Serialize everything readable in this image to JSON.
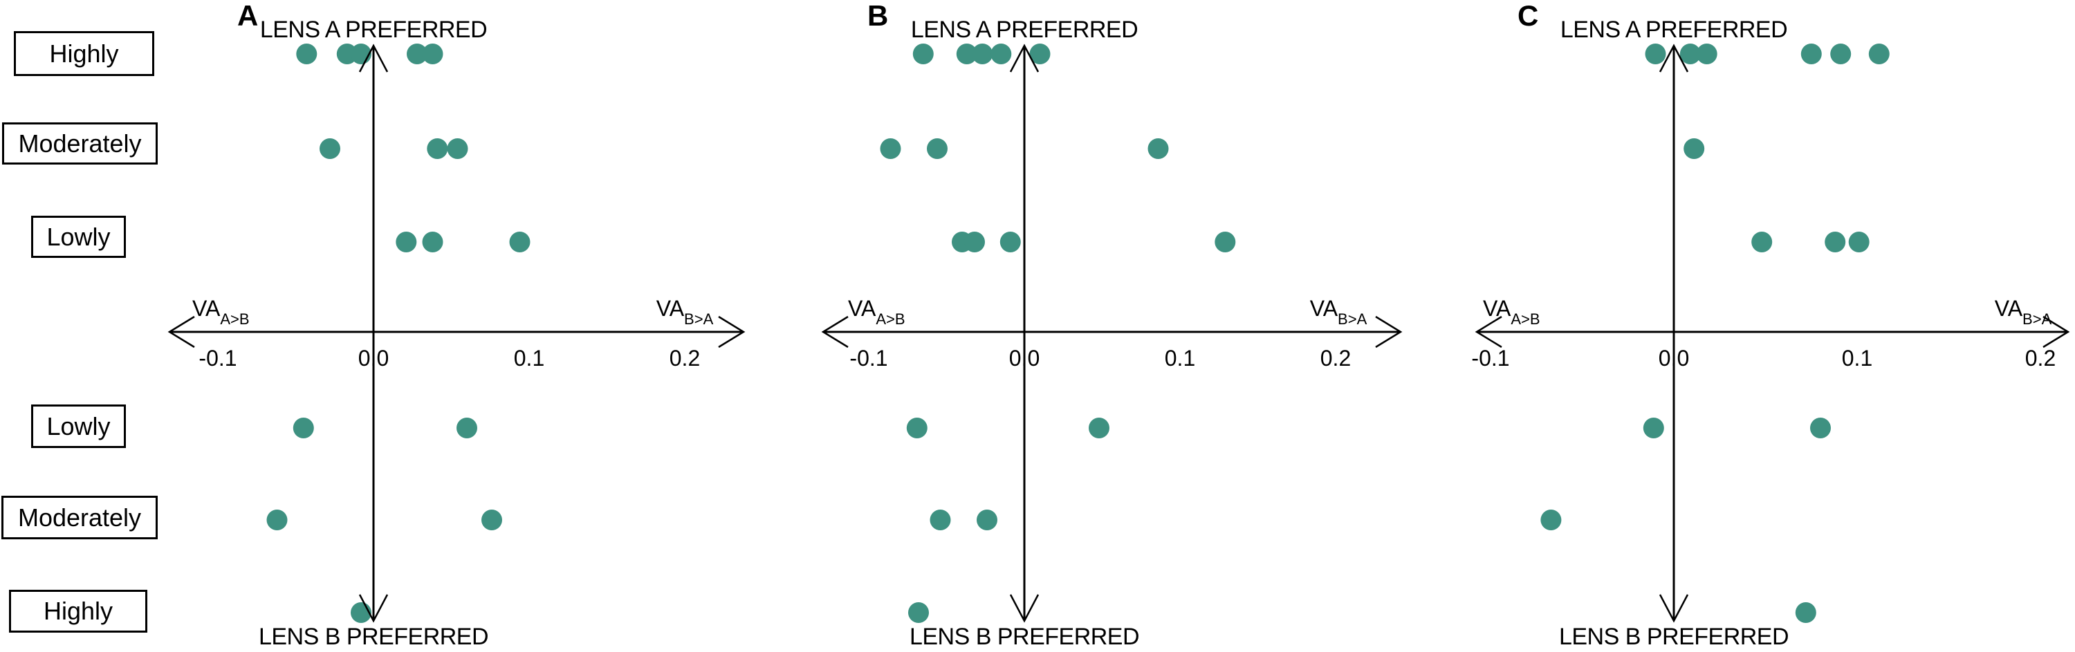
{
  "figure": {
    "background_color": "#ffffff",
    "dot_color": "#3E9181",
    "line_color": "#000000",
    "row_boxes": [
      {
        "label": "Highly"
      },
      {
        "label": "Moderately"
      },
      {
        "label": "Lowly"
      },
      {
        "label": "Lowly"
      },
      {
        "label": "Moderately"
      },
      {
        "label": "Highly"
      }
    ]
  },
  "axis": {
    "tick_labels": [
      "-0.1",
      "0.0",
      "0.1",
      "0.2"
    ],
    "tick_values": [
      -0.1,
      0.0,
      0.1,
      0.2
    ],
    "left_label": {
      "text": "VA",
      "sub": "A>B"
    },
    "right_label": {
      "text": "VA",
      "sub": "B>A"
    }
  },
  "chart_data": [
    {
      "type": "scatter",
      "panel": "A",
      "top_axis_label": "LENS A PREFERRED",
      "bottom_axis_label": "LENS B PREFERRED",
      "x_axis_label_left": "VA A>B",
      "x_axis_label_right": "VA B>A",
      "x_ticks": [
        -0.1,
        0.0,
        0.1,
        0.2
      ],
      "x_range": [
        -0.13,
        0.24
      ],
      "grid": false,
      "rows": [
        {
          "side": "top",
          "strength": "Highly",
          "values": [
            -0.043,
            -0.017,
            -0.008,
            0.028,
            0.038
          ]
        },
        {
          "side": "top",
          "strength": "Moderately",
          "values": [
            -0.028,
            0.041,
            0.054
          ]
        },
        {
          "side": "top",
          "strength": "Lowly",
          "values": [
            0.021,
            0.038,
            0.094
          ]
        },
        {
          "side": "bottom",
          "strength": "Lowly",
          "values": [
            -0.045,
            0.06
          ]
        },
        {
          "side": "bottom",
          "strength": "Moderately",
          "values": [
            -0.062,
            0.076
          ]
        },
        {
          "side": "bottom",
          "strength": "Highly",
          "values": [
            -0.008
          ]
        }
      ]
    },
    {
      "type": "scatter",
      "panel": "B",
      "top_axis_label": "LENS A PREFERRED",
      "bottom_axis_label": "LENS B PREFERRED",
      "x_axis_label_left": "VA A>B",
      "x_axis_label_right": "VA B>A",
      "x_ticks": [
        -0.1,
        0.0,
        0.1,
        0.2
      ],
      "x_range": [
        -0.13,
        0.24
      ],
      "grid": false,
      "rows": [
        {
          "side": "top",
          "strength": "Highly",
          "values": [
            -0.065,
            -0.037,
            -0.027,
            -0.015,
            0.01
          ]
        },
        {
          "side": "top",
          "strength": "Moderately",
          "values": [
            -0.086,
            -0.056,
            0.086
          ]
        },
        {
          "side": "top",
          "strength": "Lowly",
          "values": [
            -0.04,
            -0.032,
            -0.009,
            0.129
          ]
        },
        {
          "side": "bottom",
          "strength": "Lowly",
          "values": [
            -0.069,
            0.048
          ]
        },
        {
          "side": "bottom",
          "strength": "Moderately",
          "values": [
            -0.054,
            -0.024
          ]
        },
        {
          "side": "bottom",
          "strength": "Highly",
          "values": [
            -0.068
          ]
        }
      ]
    },
    {
      "type": "scatter",
      "panel": "C",
      "top_axis_label": "LENS A PREFERRED",
      "bottom_axis_label": "LENS B PREFERRED",
      "x_axis_label_left": "VA A>B",
      "x_axis_label_right": "VA B>A",
      "x_ticks": [
        -0.1,
        0.0,
        0.1,
        0.2
      ],
      "x_range": [
        -0.11,
        0.22
      ],
      "grid": false,
      "rows": [
        {
          "side": "top",
          "strength": "Highly",
          "values": [
            -0.01,
            0.009,
            0.018,
            0.075,
            0.091,
            0.112
          ]
        },
        {
          "side": "top",
          "strength": "Moderately",
          "values": [
            0.011
          ]
        },
        {
          "side": "top",
          "strength": "Lowly",
          "values": [
            0.048,
            0.088,
            0.101
          ]
        },
        {
          "side": "bottom",
          "strength": "Lowly",
          "values": [
            -0.011,
            0.08
          ]
        },
        {
          "side": "bottom",
          "strength": "Moderately",
          "values": [
            -0.067
          ]
        },
        {
          "side": "bottom",
          "strength": "Highly",
          "values": [
            0.072
          ]
        }
      ]
    }
  ]
}
